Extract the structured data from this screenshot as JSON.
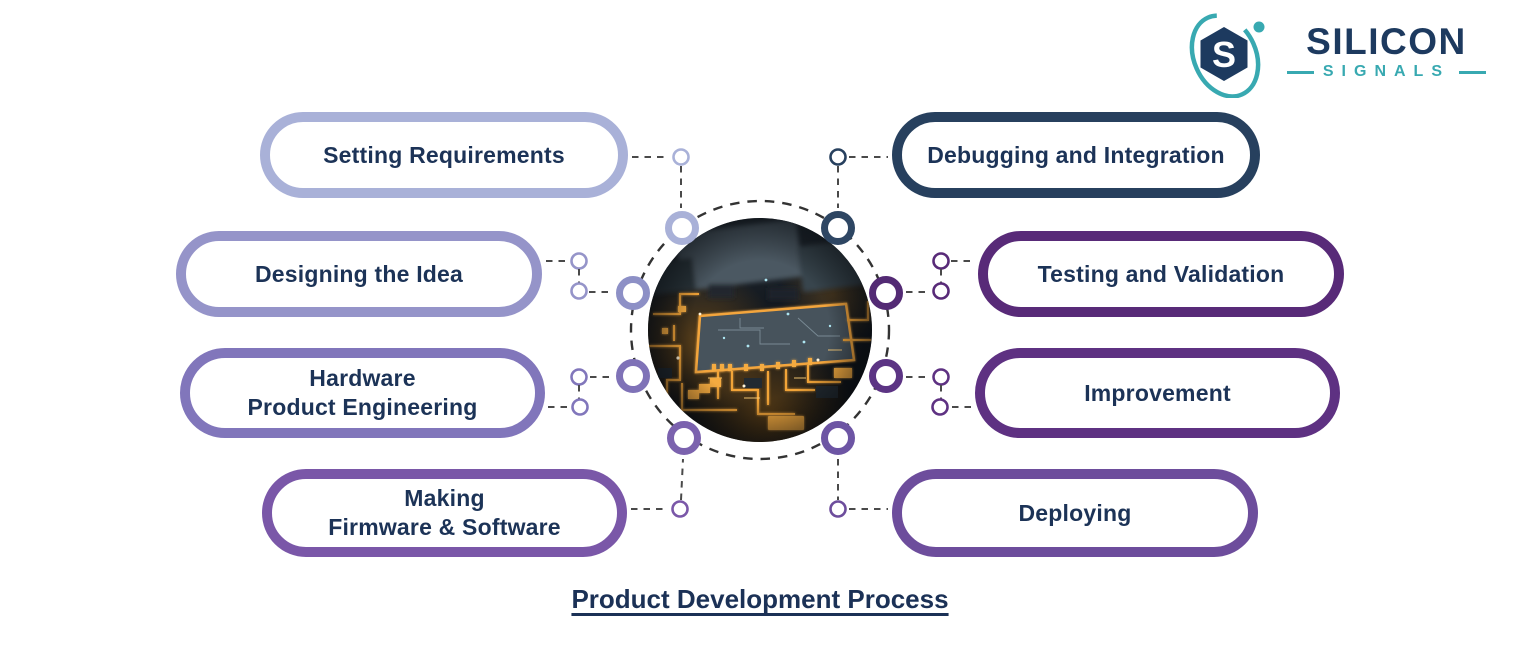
{
  "logo": {
    "brand_top": "SILICON",
    "brand_bottom": "SIGNALS",
    "monogram": "S",
    "navy": "#1d3a5f",
    "teal": "#38a9b1"
  },
  "title": {
    "text": "Product Development Process",
    "color": "#1b3156"
  },
  "stages": [
    {
      "label": "Setting Requirements",
      "side": "left",
      "color": "#a9b1d8"
    },
    {
      "label": "Designing the Idea",
      "side": "left",
      "color": "#9594c9"
    },
    {
      "label": "Hardware\nProduct Engineering",
      "side": "left",
      "color": "#8176bb"
    },
    {
      "label": "Making\nFirmware & Software",
      "side": "left",
      "color": "#7a57a8"
    },
    {
      "label": "Debugging and Integration",
      "side": "right",
      "color": "#27405e"
    },
    {
      "label": "Testing and Validation",
      "side": "right",
      "color": "#582a78"
    },
    {
      "label": "Improvement",
      "side": "right",
      "color": "#5e3182"
    },
    {
      "label": "Deploying",
      "side": "right",
      "color": "#6d4d9c"
    }
  ],
  "diagram": {
    "center_image": "circuit-board-photo",
    "text_color": "#1c3357",
    "nodes": [
      {
        "pos": "top-left",
        "color": "#a9b1d8"
      },
      {
        "pos": "top-right",
        "color": "#2e4663"
      },
      {
        "pos": "left-upper",
        "color": "#8d90c6"
      },
      {
        "pos": "right-upper",
        "color": "#532a74"
      },
      {
        "pos": "left-lower",
        "color": "#7f72b7"
      },
      {
        "pos": "right-lower",
        "color": "#5c3484"
      },
      {
        "pos": "bottom-left",
        "color": "#7b62ae"
      },
      {
        "pos": "bottom-right",
        "color": "#6d55a4"
      }
    ]
  }
}
